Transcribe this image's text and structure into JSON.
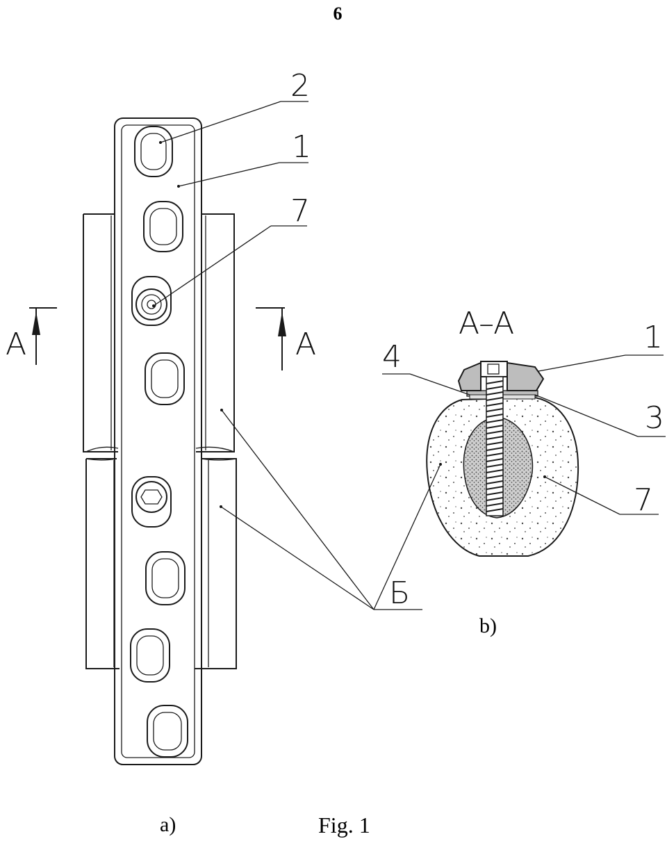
{
  "page_number": "6",
  "figure_caption": "Fig. 1",
  "subfigure_a_label": "a)",
  "subfigure_b_label": "b)",
  "section_label": "A–A",
  "section_marker_left": "A",
  "section_marker_right": "A",
  "callouts": {
    "plate": "1",
    "hole": "2",
    "layer_3": "3",
    "layer_4": "4",
    "screw": "7",
    "bone": "Б"
  }
}
